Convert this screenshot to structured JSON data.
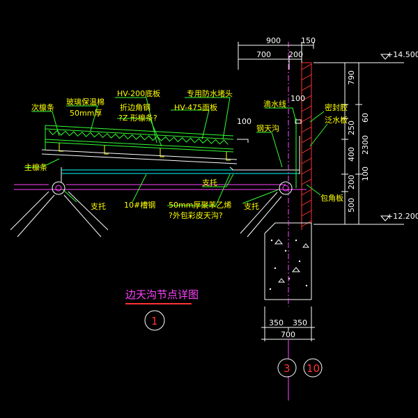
{
  "title": "边天沟节点详图",
  "detail_number": "1",
  "axis_labels": [
    "3",
    "10"
  ],
  "annotations": {
    "ciLintiao": "次檩条",
    "boliMian": "玻璃保温棉",
    "thick50": "50mm厚",
    "hv200": "HV-200底板",
    "zhebian": "折边角钢",
    "zLintiao": "?Z 形檩条?",
    "fangshui": "专用防水堵头",
    "hv475": "HV-475面板",
    "dim100a": "100",
    "zhuLintiao": "主檩条",
    "dishuixian": "滴水线",
    "gangTiangou": "钢天沟",
    "mifeng": "密封胶",
    "fanshui": "泛水板",
    "zhituoL": "支托",
    "zhituoR": "支托",
    "zhicheng": "支托",
    "guan10": "10#槽钢",
    "juben": "50mm厚聚苯乙烯",
    "waibao": "?外包彩皮天沟?",
    "baojiao": "包角板",
    "dim100b": "100"
  },
  "dims_top": {
    "d900": "900",
    "d150": "150",
    "d700": "700",
    "d200": "200"
  },
  "dims_right": {
    "d790": "790",
    "d60": "60",
    "d250": "250",
    "d400": "400",
    "d2300": "2300",
    "d200": "200",
    "d100": "100",
    "d500": "500"
  },
  "levels": {
    "top": "+14.500",
    "bottom": "+12.200"
  },
  "dims_bottom": {
    "d350a": "350",
    "d350b": "350",
    "d700": "700"
  }
}
